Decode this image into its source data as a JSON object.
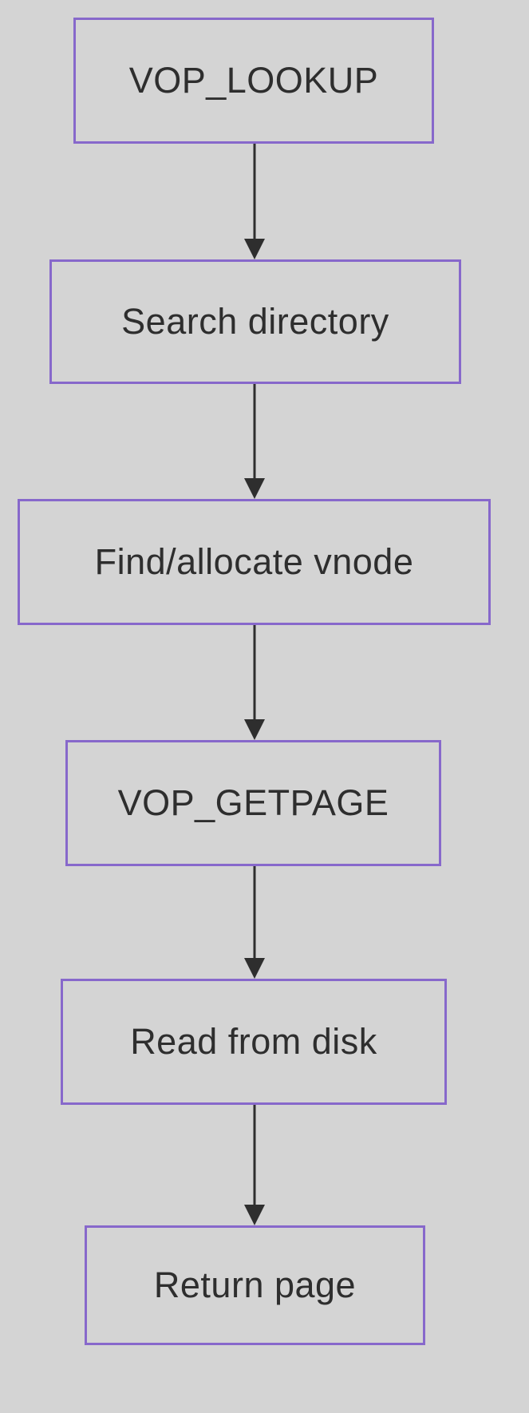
{
  "diagram": {
    "type": "flowchart",
    "direction": "top-down",
    "colors": {
      "background": "#d4d4d4",
      "box_border": "#8768cb",
      "arrow": "#2e2e2e",
      "text": "#2e2e2e"
    },
    "nodes": [
      {
        "id": "vop-lookup",
        "label": "VOP_LOOKUP"
      },
      {
        "id": "search-directory",
        "label": "Search directory"
      },
      {
        "id": "find-allocate-vnode",
        "label": "Find/allocate vnode"
      },
      {
        "id": "vop-getpage",
        "label": "VOP_GETPAGE"
      },
      {
        "id": "read-from-disk",
        "label": "Read from disk"
      },
      {
        "id": "return-page",
        "label": "Return page"
      }
    ],
    "edges": [
      {
        "from": "vop-lookup",
        "to": "search-directory"
      },
      {
        "from": "search-directory",
        "to": "find-allocate-vnode"
      },
      {
        "from": "find-allocate-vnode",
        "to": "vop-getpage"
      },
      {
        "from": "vop-getpage",
        "to": "read-from-disk"
      },
      {
        "from": "read-from-disk",
        "to": "return-page"
      }
    ]
  }
}
